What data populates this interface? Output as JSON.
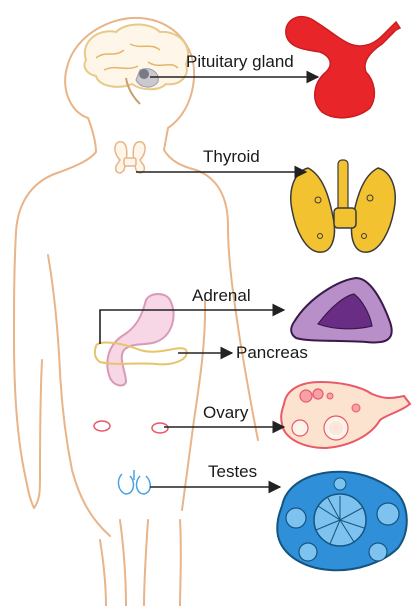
{
  "labels": {
    "pituitary": "Pituitary gland",
    "thyroid": "Thyroid",
    "adrenal": "Adrenal",
    "pancreas": "Pancreas",
    "ovary": "Ovary",
    "testes": "Testes"
  },
  "colors": {
    "body_outline": "#e8b489",
    "pituitary": "#e8262a",
    "thyroid": "#f2c230",
    "adrenal_outer": "#b98fca",
    "adrenal_inner": "#6a2d86",
    "ovary": "#fbe3cf",
    "ovary_outline": "#e9596a",
    "testes": "#2f8fd8",
    "arrow": "#222222"
  }
}
